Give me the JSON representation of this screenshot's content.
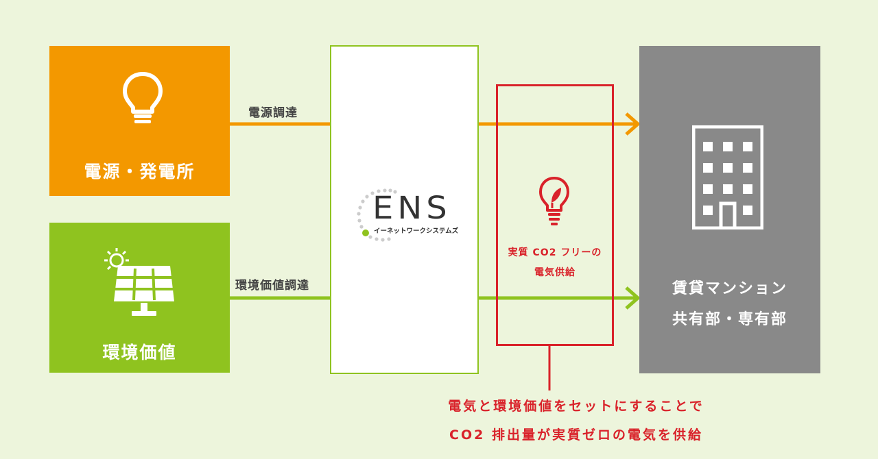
{
  "sources": {
    "power": {
      "label": "電源・発電所",
      "color": "#f39800",
      "icon": "light-bulb-icon"
    },
    "env": {
      "label": "環境価値",
      "color": "#8fc31f",
      "icon": "solar-panel-icon"
    }
  },
  "flows": {
    "power_procurement": "電源調達",
    "env_procurement": "環境価値調達"
  },
  "ens": {
    "logo_text": "ENS",
    "logo_subtitle": "イーネットワークシステムズ"
  },
  "highlight": {
    "line1": "実質 CO2 フリーの",
    "line2": "電気供給",
    "icon": "leaf-bulb-icon",
    "color": "#d9222a"
  },
  "destination": {
    "line1": "賃貸マンション",
    "line2": "共有部・専有部",
    "icon": "building-icon",
    "color": "#898989"
  },
  "note": {
    "line1": "電気と環境価値をセットにすることで",
    "line2": "CO2 排出量が実質ゼロの電気を供給"
  }
}
